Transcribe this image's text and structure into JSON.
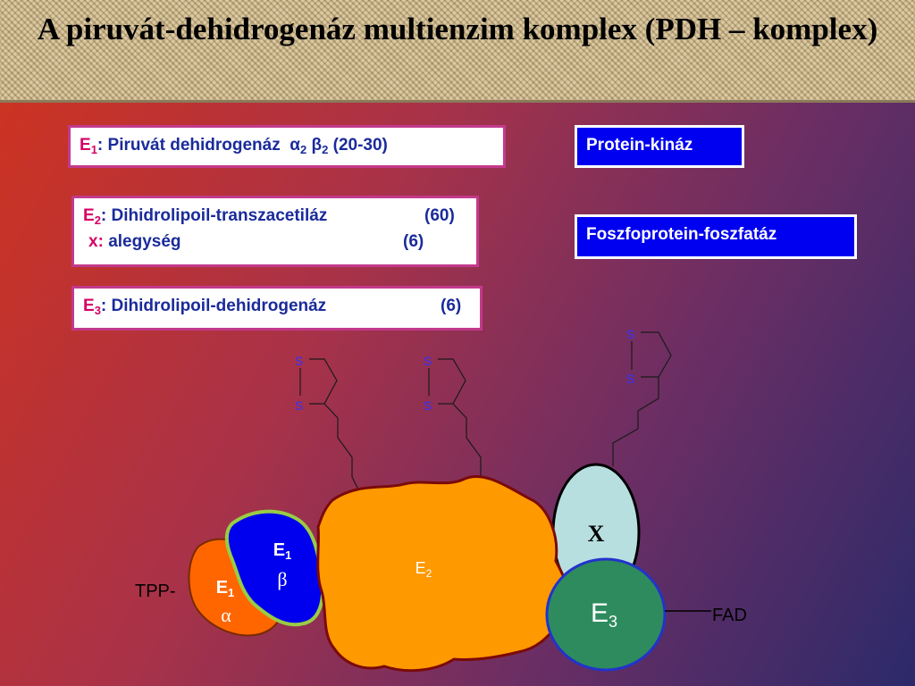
{
  "title": "A piruvát-dehidrogenáz multienzim komplex (PDH – komplex)",
  "boxes": {
    "e1": {
      "key": "E",
      "sub": "1",
      "name": ": Piruvát dehidrogenáz",
      "alpha": "α",
      "alpha_sub": "2",
      "beta": "β",
      "beta_sub": "2",
      "count": "(20-30)"
    },
    "e2": {
      "key": "E",
      "sub": "2",
      "name": ": Dihidrolipoil-transzacetiláz",
      "count": "(60)"
    },
    "x": {
      "key": "x:",
      "name": "alegység",
      "count": "(6)"
    },
    "e3": {
      "key": "E",
      "sub": "3",
      "name": ": Dihidrolipoil-dehidrogenáz",
      "count": "(6)"
    }
  },
  "regulators": {
    "kinase": "Protein-kináz",
    "phosphatase": "Foszfoprotein-foszfatáz"
  },
  "diagram": {
    "sulfur": "S",
    "e1_alpha": {
      "label": "E",
      "sub": "1",
      "greek": "α"
    },
    "e1_beta": {
      "label": "E",
      "sub": "1",
      "greek": "β"
    },
    "e2": {
      "label": "E",
      "sub": "2"
    },
    "x": {
      "label": "X"
    },
    "e3": {
      "label": "E",
      "sub": "3"
    },
    "tpp": "TPP-",
    "fad": "FAD"
  },
  "colors": {
    "e1_alpha": "#ff6600",
    "e1_beta": "#0000ee",
    "e2": "#ff9900",
    "x": "#b8dfe0",
    "e3": "#2e8b5e",
    "sulfur": "#3333ff"
  }
}
